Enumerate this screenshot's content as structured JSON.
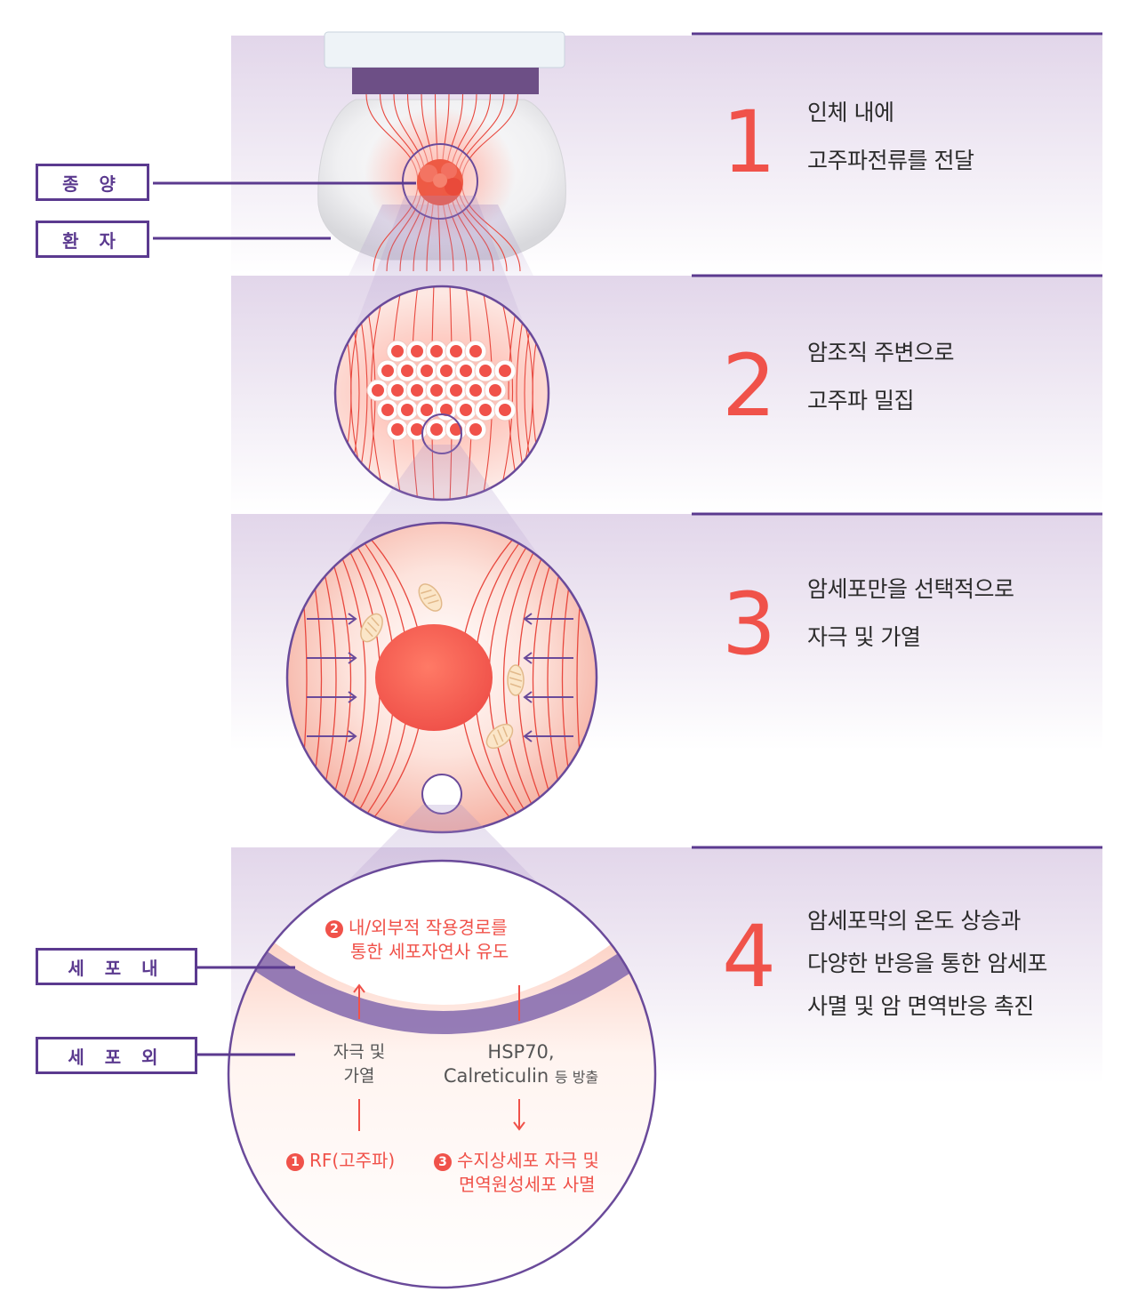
{
  "labels": {
    "tumor": "종 양",
    "patient": "환 자",
    "intracellular": "세 포  내",
    "extracellular": "세 포  외"
  },
  "steps": [
    {
      "number": "1",
      "lines": [
        "인체 내에",
        "고주파전류를 전달"
      ]
    },
    {
      "number": "2",
      "lines": [
        "암조직 주변으로",
        "고주파 밀집"
      ]
    },
    {
      "number": "3",
      "lines": [
        "암세포만을 선택적으로",
        "자극 및 가열"
      ]
    },
    {
      "number": "4",
      "lines": [
        "암세포막의 온도 상승과",
        "다양한 반응을 통한 암세포",
        "사멸 및 암 면역반응 촉진"
      ]
    }
  ],
  "cell_detail": {
    "pathway": {
      "badge": "2",
      "line1": "내/외부적 작용경로를",
      "line2": "통한 세포자연사 유도"
    },
    "heating": {
      "line1": "자극 및",
      "line2": "가열"
    },
    "release": {
      "line1": "HSP70,",
      "line2_main": "Calreticulin",
      "line2_small": "등 방출"
    },
    "rf": {
      "badge": "1",
      "text": "RF(고주파)"
    },
    "dendritic": {
      "badge": "3",
      "line1": "수지상세포 자극 및",
      "line2": "면역원성세포 사멸"
    }
  },
  "colors": {
    "accent_red": "#f0524a",
    "purple": "#5b3a8f",
    "band": "#e4d9ec"
  }
}
